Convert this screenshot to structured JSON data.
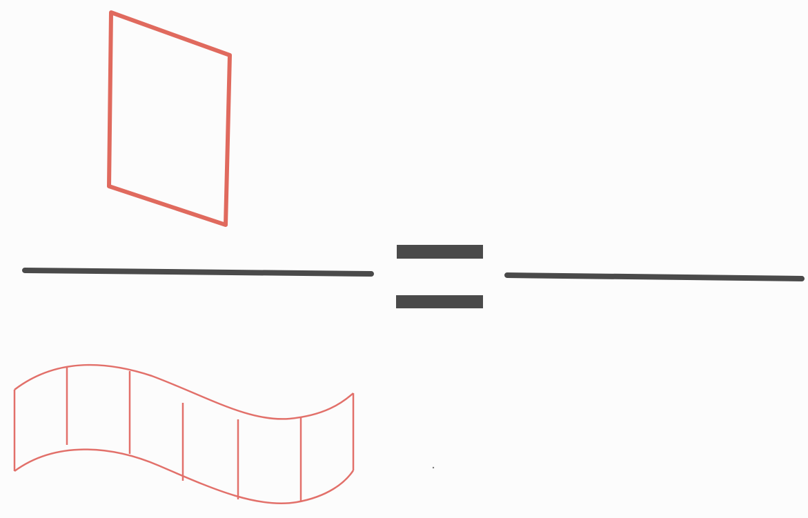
{
  "diagram": {
    "colors": {
      "background": "#fcfcfc",
      "red_stroke": "#e06a5e",
      "red_thin": "#e2706a",
      "dark": "#4a4a4a"
    },
    "fraction": {
      "numerator": {
        "shape": "single-tilted-panel"
      },
      "denominator": {
        "shape": "wavy-strip",
        "panel_count": 6
      }
    },
    "relation": {
      "symbol": "equals"
    },
    "result": {
      "shape": "blank"
    }
  }
}
